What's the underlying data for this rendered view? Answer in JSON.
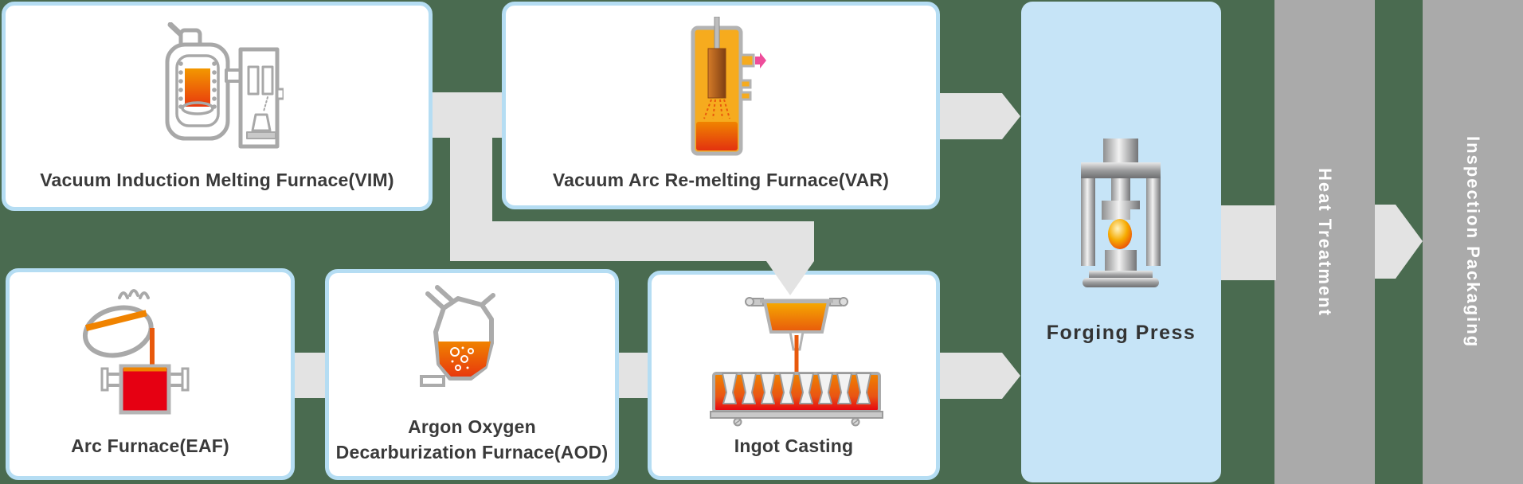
{
  "cards": [
    {
      "id": "vim",
      "label": "Vacuum Induction Melting Furnace(VIM)"
    },
    {
      "id": "var",
      "label": "Vacuum Arc Re-melting Furnace(VAR)"
    },
    {
      "id": "eaf",
      "label": "Arc Furnace(EAF)"
    },
    {
      "id": "aod",
      "label_lines": [
        "Argon Oxygen",
        "Decarburization Furnace(AOD)"
      ]
    },
    {
      "id": "ingot",
      "label": "Ingot Casting"
    }
  ],
  "forging": {
    "label": "Forging Press"
  },
  "bars": [
    {
      "id": "heat",
      "label": "Heat Treatment"
    },
    {
      "id": "inspection",
      "label": "Inspection Packaging"
    }
  ],
  "icons": {
    "vim": "induction-melting-furnace-icon",
    "var": "arc-remelting-furnace-icon",
    "eaf": "arc-furnace-ladle-icon",
    "aod": "aod-converter-flask-icon",
    "ingot": "ingot-casting-molds-icon",
    "forging": "forging-press-icon"
  },
  "colors": {
    "background": "#4A6B50",
    "card_border": "#B5DDF3",
    "card_background": "#FFFFFF",
    "process_box_background": "#C6E4F7",
    "bar_background": "#AAAAAA",
    "bar_text": "#FFFFFF",
    "label_text": "#3A3A3A",
    "connector": "#E3E3E3",
    "melt_orange": "#F08300",
    "melt_red": "#E60012",
    "vessel_yellow": "#F6AB1E",
    "gas_arrow_pink": "#EE4D9B",
    "metal_gray": "#ABABAB"
  }
}
